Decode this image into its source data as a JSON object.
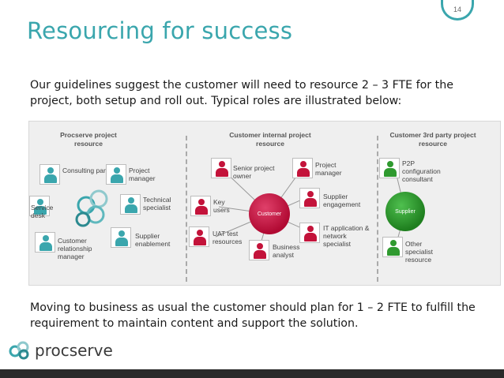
{
  "page_number": "14",
  "title": "Resourcing for success",
  "intro": "Our guidelines suggest the customer will need to resource 2 – 3 FTE for the project, both setup and roll out. Typical roles are illustrated below:",
  "closing": "Moving to business as usual the customer should plan for 1 – 2 FTE to fulfill the requirement to maintain content and support the solution.",
  "diagram": {
    "sections": [
      {
        "heading": "Procserve project resource"
      },
      {
        "heading": "Customer internal project resource"
      },
      {
        "heading": "Customer 3rd party project resource"
      }
    ],
    "procserve_roles": [
      "Consulting partner",
      "Project manager",
      "Service desk",
      "Technical specialist",
      "Customer relationship manager",
      "Supplier enablement"
    ],
    "customer_roles": [
      "Senior project owner",
      "Project manager",
      "Key users",
      "Supplier engagement",
      "UAT test resources",
      "IT application & network specialist",
      "Business analyst"
    ],
    "third_party_roles": [
      "P2P configuration consultant",
      "Other specialist resource"
    ],
    "customer_hub": "Customer",
    "supplier_hub": "Supplier"
  },
  "colors": {
    "accent": "#3aa6ad",
    "customer": "#c3133a",
    "supplier": "#2f9a2f"
  },
  "logo": {
    "text": "procserve"
  }
}
